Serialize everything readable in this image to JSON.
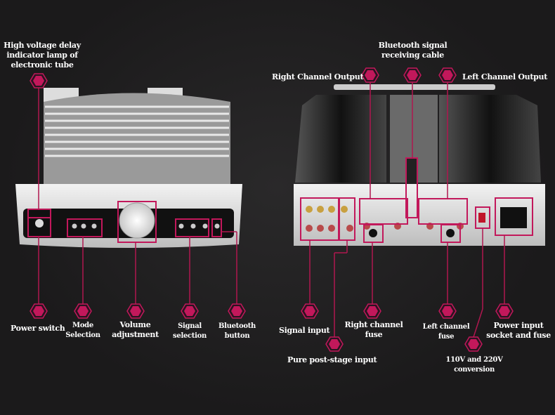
{
  "colors": {
    "accent": "#c2185b",
    "accent_line": "#b0174f",
    "background": "#1c1b1c"
  },
  "labels": {
    "delay_lamp": [
      "High voltage delay",
      "indicator lamp of",
      "electronic tube"
    ],
    "bluetooth_cable": [
      "Bluetooth signal",
      "receiving cable"
    ],
    "right_output": "Right Channel Output",
    "left_output": "Left Channel Output",
    "power_switch": "Power switch",
    "mode_selection": [
      "Mode",
      "Selection"
    ],
    "volume": [
      "Volume",
      "adjustment"
    ],
    "signal_selection": [
      "Signal",
      "selection"
    ],
    "bluetooth_button": [
      "Bluetooth",
      "button"
    ],
    "signal_input": "Signal input",
    "right_fuse": [
      "Right channel",
      "fuse"
    ],
    "left_fuse": [
      "Left channel",
      "fuse"
    ],
    "power_input": [
      "Power input",
      "socket and fuse"
    ],
    "post_stage": "Pure post-stage input",
    "voltage": [
      "110V and 220V",
      "conversion"
    ]
  }
}
